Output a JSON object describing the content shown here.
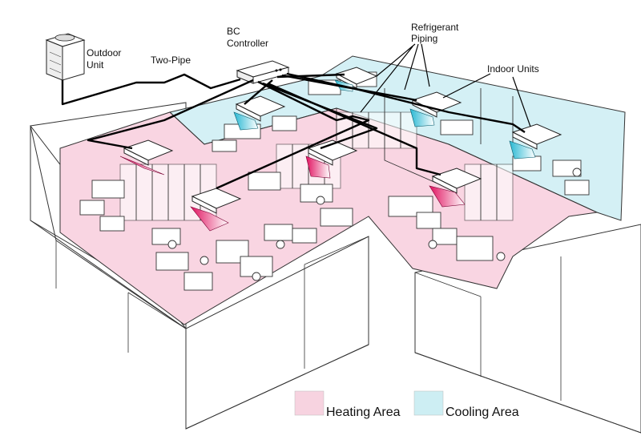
{
  "labels": {
    "outdoor_unit": [
      "Outdoor",
      "Unit"
    ],
    "bc_controller": [
      "BC",
      "Controller"
    ],
    "two_pipe": "Two-Pipe",
    "refrigerant_piping": [
      "Refrigerant",
      "Piping"
    ],
    "indoor_units": "Indoor Units"
  },
  "legend": {
    "heating": {
      "label": "Heating Area",
      "color": "#f7d3e0"
    },
    "cooling": {
      "label": "Cooling Area",
      "color": "#cdeef3"
    }
  },
  "colors": {
    "heating_zone": "#f9d5e2",
    "cooling_zone": "#d4f0f5",
    "heating_airflow": "#e0115f",
    "cooling_airflow": "#29b8d3"
  }
}
